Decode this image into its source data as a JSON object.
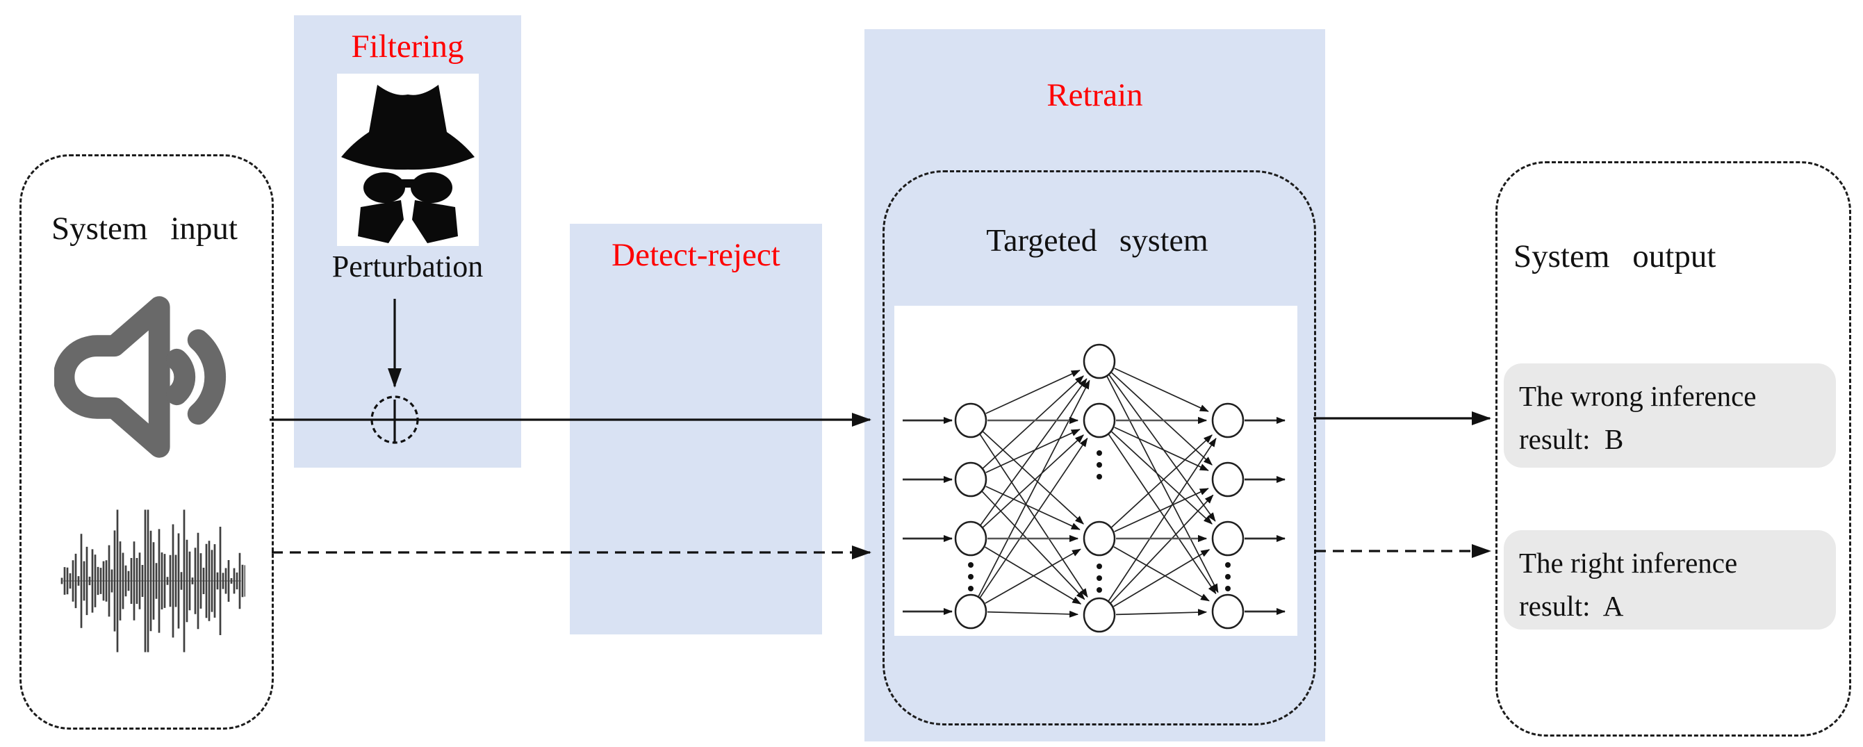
{
  "colors": {
    "panel_blue": "#d9e2f3",
    "accent_red": "#fe0000",
    "result_card_gray": "#e9e9e9",
    "speaker_icon_gray": "#696969",
    "line_ink": "#111111"
  },
  "input_panel": {
    "title": "System input",
    "icons": [
      "speaker-icon",
      "audio-waveform-icon"
    ]
  },
  "filtering_panel": {
    "label": "Filtering",
    "attacker_icon": "spy-incognito-icon",
    "perturbation_label": "Perturbation",
    "sum_node_icon": "circled-plus-icon"
  },
  "detect_reject_panel": {
    "label": "Detect-reject"
  },
  "retrain_panel": {
    "label": "Retrain",
    "targeted_system": {
      "title": "Targeted system",
      "icon": "neural-network-diagram"
    }
  },
  "output_panel": {
    "title": "System output",
    "results": [
      {
        "line1": "The wrong inference",
        "line2": "result:  B"
      },
      {
        "line1": "The right inference",
        "line2": "result:  A"
      }
    ]
  }
}
